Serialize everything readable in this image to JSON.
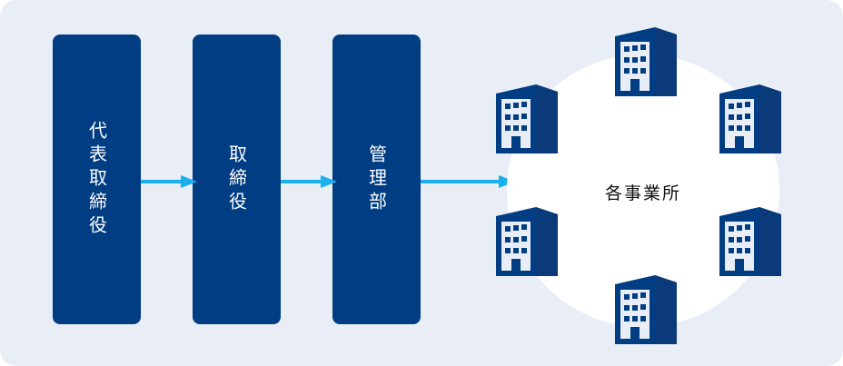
{
  "nodes": [
    {
      "label": "代表取締役"
    },
    {
      "label": "取締役"
    },
    {
      "label": "管理部"
    }
  ],
  "target": {
    "label": "各事業所"
  },
  "colors": {
    "box": "#003d82",
    "arrow": "#1ab0ec",
    "background": "#e9eef6"
  },
  "building_icons": 6
}
